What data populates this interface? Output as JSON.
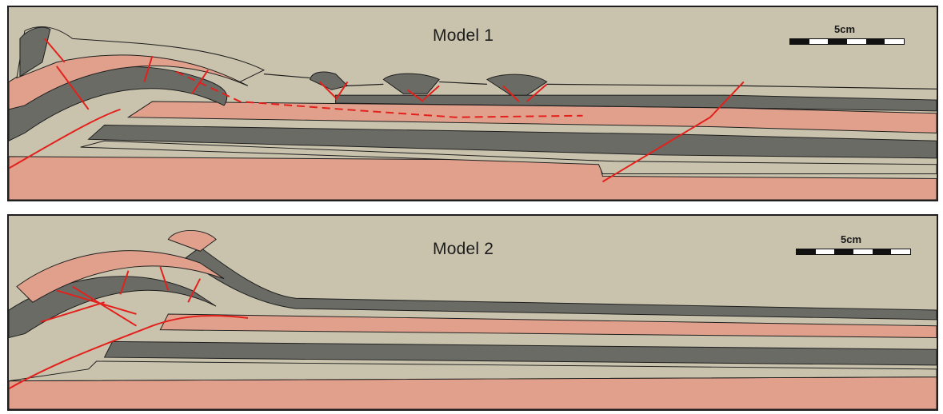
{
  "panels": [
    {
      "label": "Model 1",
      "scale_label": "5cm"
    },
    {
      "label": "Model 2",
      "scale_label": "5cm"
    }
  ],
  "colors": {
    "background_sand": "#c9c3ad",
    "pink_layer": "#e0a08c",
    "grey_layer": "#6b6b66",
    "fault_line": "#e3201b",
    "outline": "#1e1e1e"
  }
}
